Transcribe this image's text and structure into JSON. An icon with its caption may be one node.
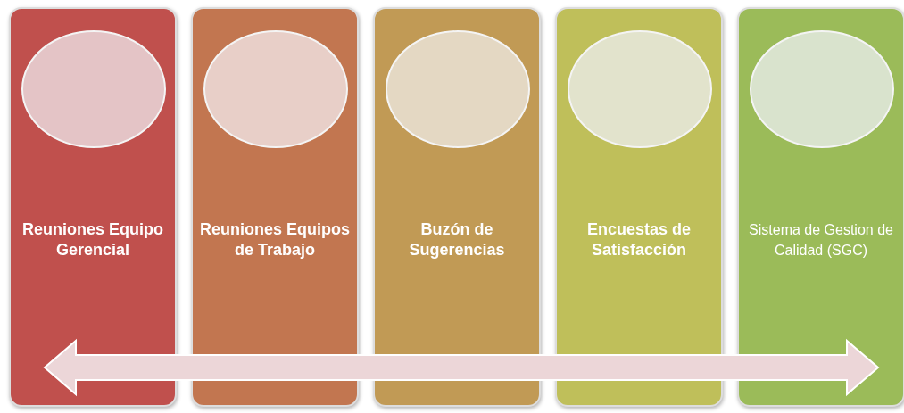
{
  "diagram": {
    "nodes": [
      {
        "text": [
          "Reuniones Equipo Gerencial"
        ]
      },
      {
        "text": [],
        "shape": "circle",
        "in": 0
      },
      {
        "text": [
          "Reuniones Equipos de Trabajo"
        ]
      },
      {
        "text": [],
        "shape": "circle",
        "in": 2
      },
      {
        "text": [
          "Buzón de Sugerencias"
        ]
      },
      {
        "text": [],
        "shape": "circle",
        "in": 4
      },
      {
        "text": [
          "Encuestas de Satisfacción"
        ]
      },
      {
        "text": [],
        "shape": "circle",
        "in": 6
      },
      {
        "text": [
          "Sistema de Gestion de Calidad (SGC)"
        ]
      },
      {
        "text": [],
        "shape": "circle",
        "in": 8
      }
    ],
    "edges": [
      {
        "from": 0,
        "to": 8,
        "arrow": "both"
      }
    ]
  }
}
